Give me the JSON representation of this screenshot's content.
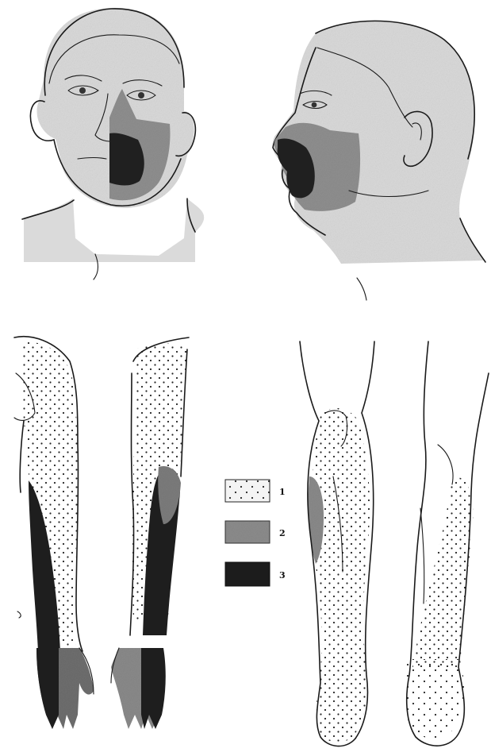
{
  "legend": {
    "items": [
      {
        "label": "1",
        "pattern": "dotted",
        "color": "#f4f4f4"
      },
      {
        "label": "2",
        "pattern": "gray",
        "color": "#8c8c8c"
      },
      {
        "label": "3",
        "pattern": "black",
        "color": "#1c1c1c"
      }
    ]
  },
  "colors": {
    "skin": "#dcdcdc",
    "zone_gray": "#8f8f8f",
    "zone_black": "#202020",
    "line": "#1a1a1a",
    "background": "#ffffff"
  }
}
